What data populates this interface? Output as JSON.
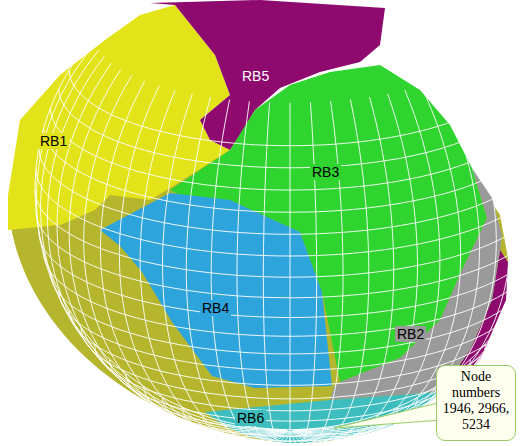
{
  "diagram": {
    "nodes": [
      {
        "text": [
          "Node numbers 1946, 2966, 5234"
        ]
      }
    ],
    "labels": [
      "RB5",
      "RB1",
      "RB3",
      "RB4",
      "RB2",
      "RB6"
    ]
  }
}
